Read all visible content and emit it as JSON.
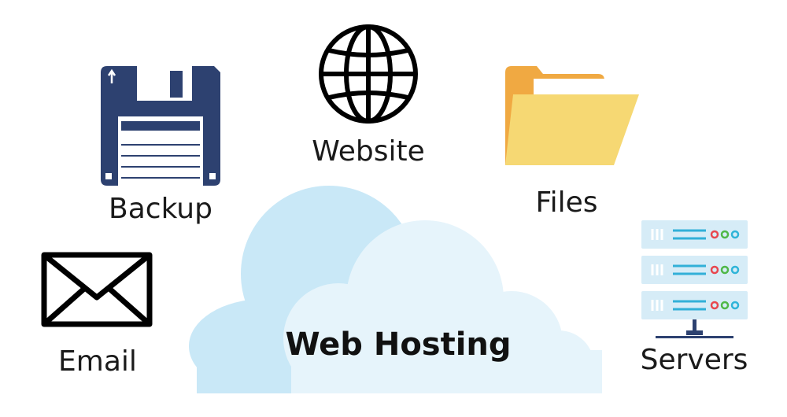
{
  "diagram": {
    "title": "Web Hosting",
    "items": [
      {
        "id": "backup",
        "label": "Backup",
        "icon": "floppy-disk-icon"
      },
      {
        "id": "website",
        "label": "Website",
        "icon": "globe-icon"
      },
      {
        "id": "files",
        "label": "Files",
        "icon": "folder-icon"
      },
      {
        "id": "email",
        "label": "Email",
        "icon": "envelope-icon"
      },
      {
        "id": "servers",
        "label": "Servers",
        "icon": "server-rack-icon"
      }
    ]
  },
  "colors": {
    "cloud_back": "#c9e8f7",
    "cloud_front": "#e6f4fb",
    "floppy": "#2d4170",
    "folder_back": "#f0a942",
    "folder_front": "#f6d873",
    "server_body": "#d6ecf7",
    "server_line": "#32b0d8",
    "led_red": "#e8474f",
    "led_green": "#4fb848",
    "led_cyan": "#2fb4d8",
    "stroke": "#000000"
  }
}
